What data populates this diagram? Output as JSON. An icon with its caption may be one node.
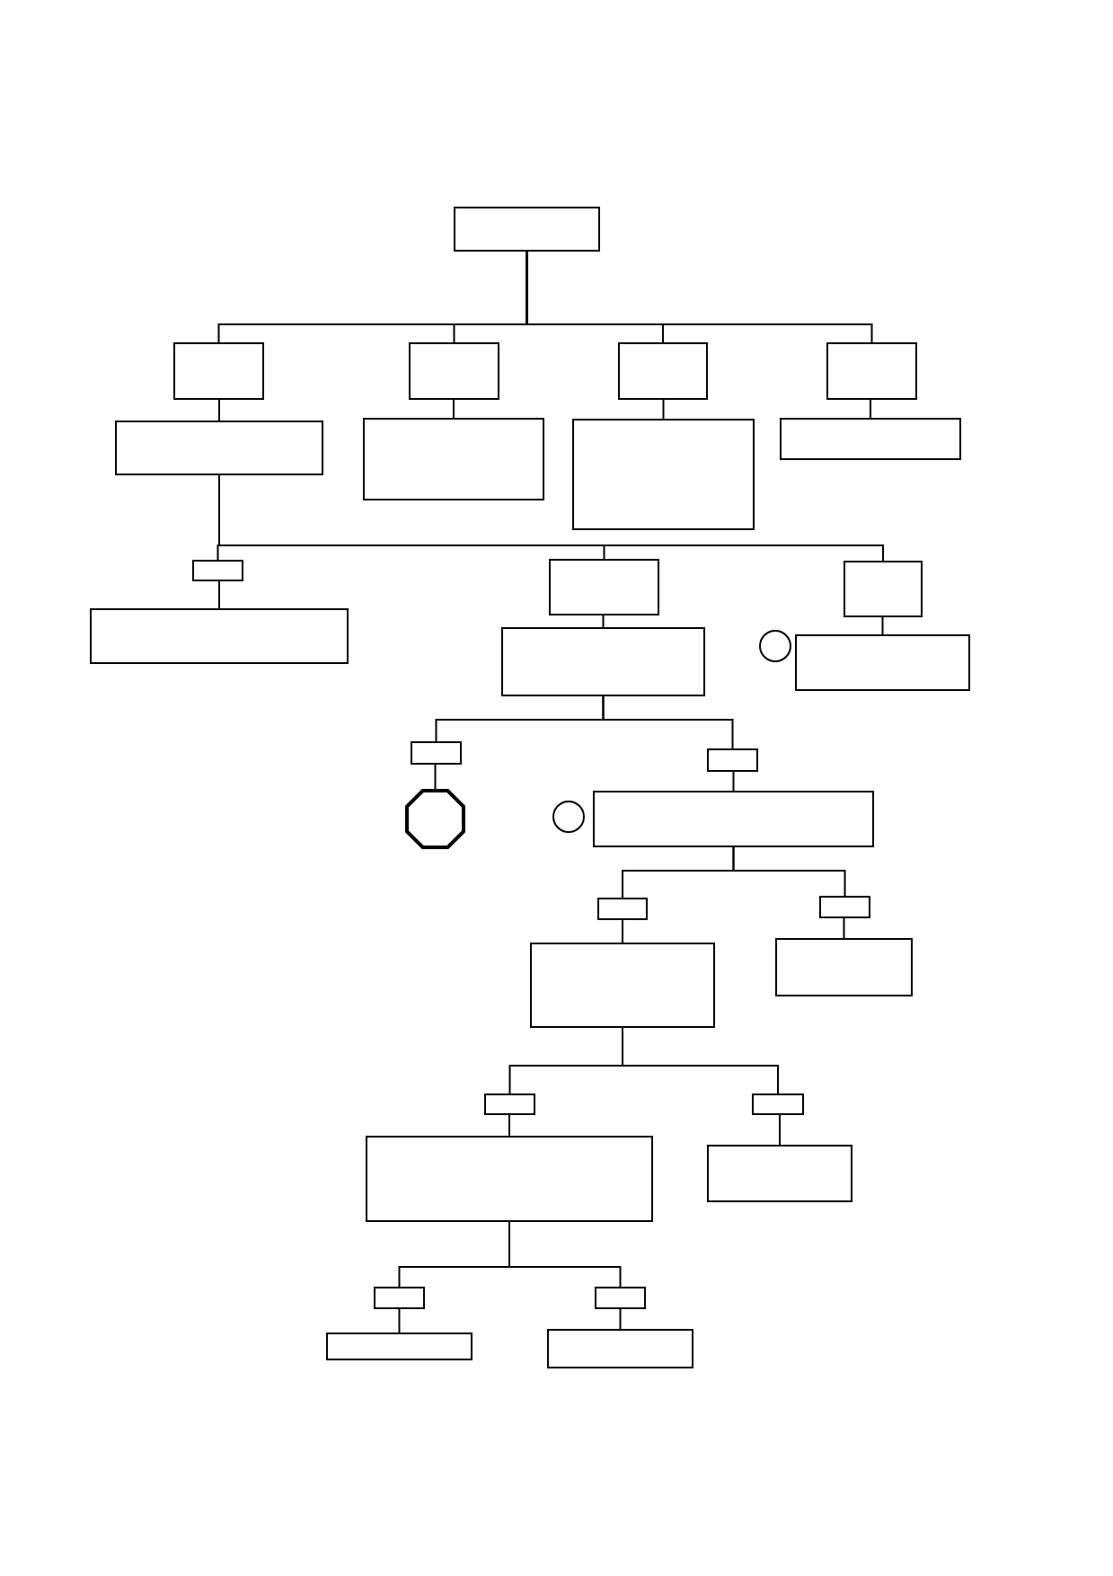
{
  "diagram": {
    "nodes": [
      {
        "text": [],
        "shape": "box"
      },
      {
        "text": [],
        "shape": "box"
      },
      {
        "text": [],
        "shape": "box"
      },
      {
        "text": [],
        "shape": "box"
      },
      {
        "text": [],
        "shape": "box"
      },
      {
        "text": [],
        "shape": "box"
      },
      {
        "text": [],
        "shape": "box"
      },
      {
        "text": [],
        "shape": "box"
      },
      {
        "text": [],
        "shape": "box"
      },
      {
        "text": [],
        "shape": "box"
      },
      {
        "text": [],
        "shape": "box"
      },
      {
        "text": [],
        "shape": "box"
      },
      {
        "text": [],
        "shape": "box"
      },
      {
        "text": [],
        "shape": "box"
      },
      {
        "text": [],
        "shape": "circle"
      },
      {
        "text": [],
        "shape": "box"
      },
      {
        "text": [],
        "shape": "box"
      },
      {
        "text": [],
        "shape": "box"
      },
      {
        "text": [],
        "shape": "octagon"
      },
      {
        "text": [],
        "shape": "circle"
      },
      {
        "text": [],
        "shape": "box"
      },
      {
        "text": [],
        "shape": "box"
      },
      {
        "text": [],
        "shape": "box"
      },
      {
        "text": [],
        "shape": "box"
      },
      {
        "text": [],
        "shape": "box"
      },
      {
        "text": [],
        "shape": "box"
      },
      {
        "text": [],
        "shape": "box"
      },
      {
        "text": [],
        "shape": "box"
      },
      {
        "text": [],
        "shape": "box"
      },
      {
        "text": [],
        "shape": "box"
      },
      {
        "text": [],
        "shape": "box"
      },
      {
        "text": [],
        "shape": "box"
      },
      {
        "text": [],
        "shape": "box"
      }
    ],
    "edges": [
      {
        "from": 0,
        "to": 1,
        "arrow": "none"
      },
      {
        "from": 0,
        "to": 2,
        "arrow": "none"
      },
      {
        "from": 0,
        "to": 3,
        "arrow": "none"
      },
      {
        "from": 0,
        "to": 4,
        "arrow": "none"
      },
      {
        "from": 1,
        "to": 5,
        "arrow": "none"
      },
      {
        "from": 2,
        "to": 6,
        "arrow": "none"
      },
      {
        "from": 3,
        "to": 7,
        "arrow": "none"
      },
      {
        "from": 4,
        "to": 8,
        "arrow": "none"
      },
      {
        "from": 5,
        "to": 9,
        "arrow": "none"
      },
      {
        "from": 5,
        "to": 10,
        "arrow": "none"
      },
      {
        "from": 5,
        "to": 11,
        "arrow": "none"
      },
      {
        "from": 9,
        "to": 12,
        "arrow": "none"
      },
      {
        "from": 10,
        "to": 13,
        "arrow": "none"
      },
      {
        "from": 11,
        "to": 15,
        "arrow": "none"
      },
      {
        "from": 13,
        "to": 16,
        "arrow": "none"
      },
      {
        "from": 13,
        "to": 17,
        "arrow": "none"
      },
      {
        "from": 16,
        "to": 18,
        "arrow": "none"
      },
      {
        "from": 17,
        "to": 20,
        "arrow": "none"
      },
      {
        "from": 20,
        "to": 21,
        "arrow": "none"
      },
      {
        "from": 20,
        "to": 22,
        "arrow": "none"
      },
      {
        "from": 21,
        "to": 23,
        "arrow": "none"
      },
      {
        "from": 22,
        "to": 24,
        "arrow": "none"
      },
      {
        "from": 23,
        "to": 25,
        "arrow": "none"
      },
      {
        "from": 23,
        "to": 26,
        "arrow": "none"
      },
      {
        "from": 25,
        "to": 27,
        "arrow": "none"
      },
      {
        "from": 26,
        "to": 28,
        "arrow": "none"
      },
      {
        "from": 27,
        "to": 29,
        "arrow": "none"
      },
      {
        "from": 27,
        "to": 30,
        "arrow": "none"
      },
      {
        "from": 29,
        "to": 31,
        "arrow": "none"
      },
      {
        "from": 30,
        "to": 32,
        "arrow": "none"
      }
    ]
  }
}
